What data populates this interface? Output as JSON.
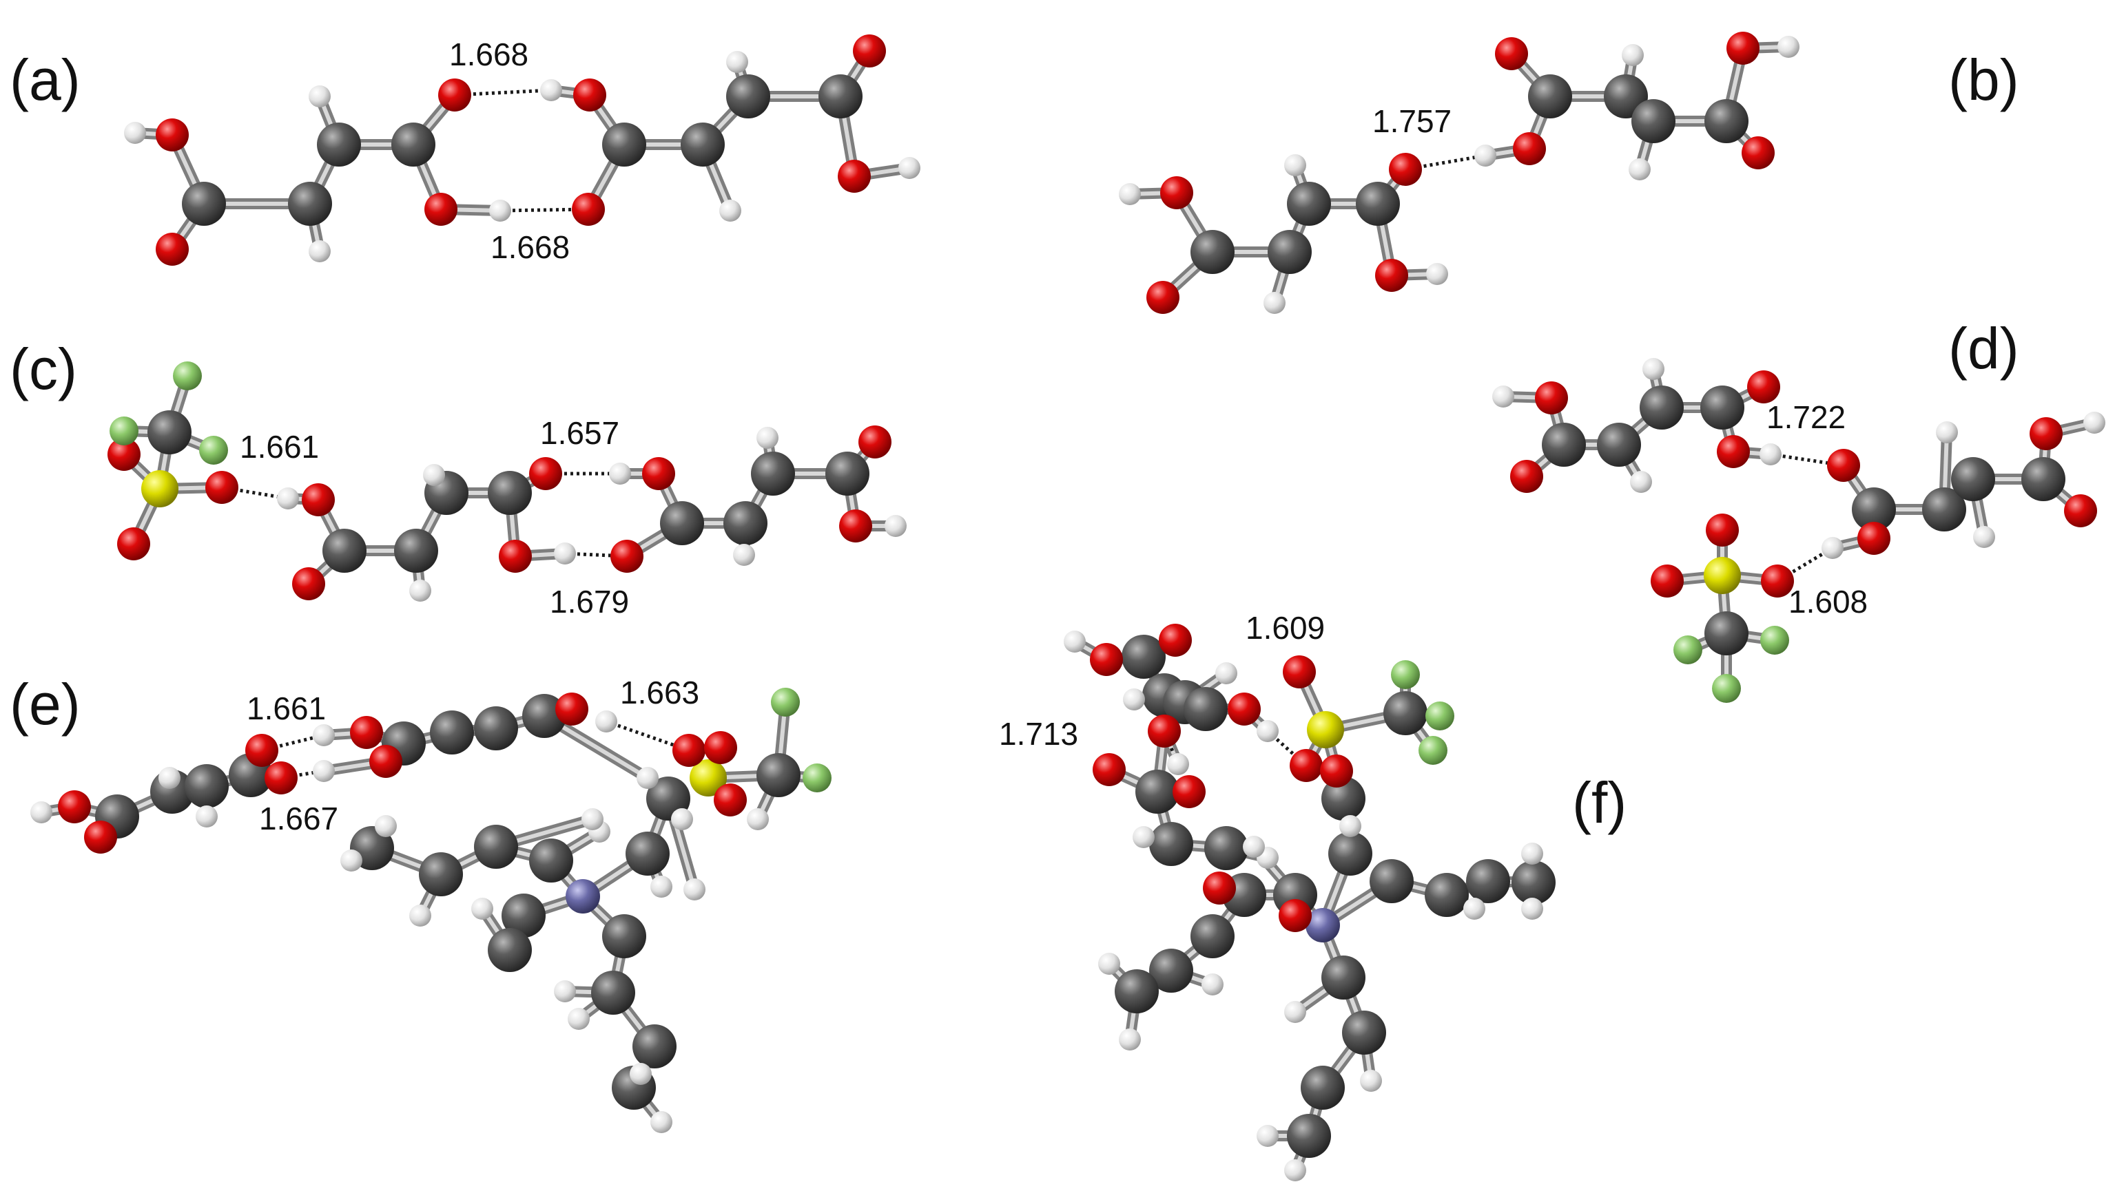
{
  "panels": {
    "a": {
      "label": "(a)",
      "distances": [
        "1.668",
        "1.668"
      ]
    },
    "b": {
      "label": "(b)",
      "distances": [
        "1.757"
      ]
    },
    "c": {
      "label": "(c)",
      "distances": [
        "1.661",
        "1.657",
        "1.679"
      ]
    },
    "d": {
      "label": "(d)",
      "distances": [
        "1.722",
        "1.608"
      ]
    },
    "e": {
      "label": "(e)",
      "distances": [
        "1.661",
        "1.663",
        "1.667"
      ]
    },
    "f": {
      "label": "(f)",
      "distances": [
        "1.609",
        "1.713"
      ]
    }
  },
  "colors": {
    "carbon": "#4d4d4d",
    "oxygen": "#d40000",
    "hydrogen": "#e8e8e8",
    "sulfur": "#d8d800",
    "fluorine": "#8cc96a",
    "nitrogen": "#6a6aa8",
    "bond": "#9a9a9a",
    "hbond": "#1a1a1a"
  }
}
